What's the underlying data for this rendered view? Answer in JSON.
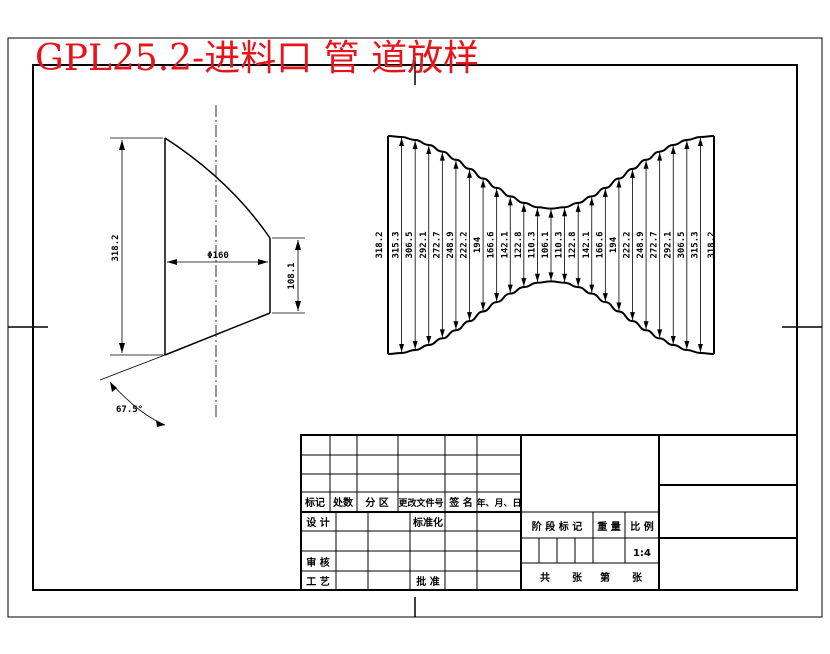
{
  "title": "GPL25.2-进料口 管 道放样",
  "left_view": {
    "dim_height": "318.2",
    "dim_width": "Φ160",
    "dim_small": "108.1",
    "dim_angle": "67.5°"
  },
  "development": {
    "labels": [
      "318.2",
      "315.3",
      "306.5",
      "292.1",
      "272.7",
      "248.9",
      "222.2",
      "194",
      "166.6",
      "142.1",
      "122.8",
      "110.3",
      "106.1",
      "110.3",
      "122.8",
      "142.1",
      "166.6",
      "194",
      "222.2",
      "248.9",
      "272.7",
      "292.1",
      "306.5",
      "315.3",
      "318.2"
    ]
  },
  "title_block": {
    "col_headers": [
      "标记",
      "处数",
      "分 区",
      "更改文件号",
      "签 名",
      "年、月、日"
    ],
    "design": "设 计",
    "standard": "标准化",
    "review": "审 核",
    "process": "工 艺",
    "approve": "批 准",
    "stage_mark": "阶 段 标 记",
    "weight": "重 量",
    "scale_label": "比 例",
    "scale_value": "1:4",
    "sheet_total": "共",
    "sheet_zhang": "张",
    "sheet_di": "第",
    "sheet_zhang2": "张"
  }
}
